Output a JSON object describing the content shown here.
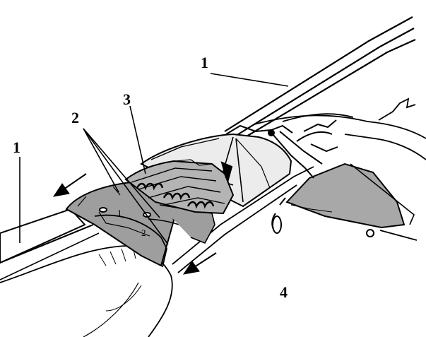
{
  "labels": {
    "strap_top": "1",
    "strap_left": "1",
    "pockets": "2",
    "cords": "3",
    "container": "4"
  },
  "pocket_numbers": {
    "left": "1",
    "right": "2"
  },
  "colors": {
    "ink": "#000000",
    "fabric_gray": "#9e9e9e",
    "panel_gray": "#a8a8a8",
    "paper": "#ffffff"
  }
}
